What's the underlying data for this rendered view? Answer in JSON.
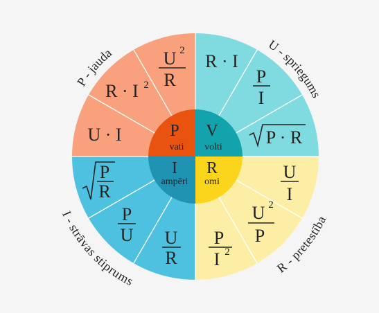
{
  "colors": {
    "background": "#f5f5f5",
    "P_outer": "#f9a07c",
    "P_inner": "#e8540f",
    "U_outer": "#7fdbe0",
    "U_inner": "#12a3ac",
    "I_outer": "#4fc1e0",
    "I_inner": "#1f93b1",
    "R_outer": "#fdeea6",
    "R_inner": "#fbd51c",
    "divider": "#ffffff"
  },
  "quadrants": [
    {
      "key": "P",
      "label": "P - jauda",
      "symbol": "P",
      "unit": "vati",
      "formulas": [
        "U · I",
        "R · I²",
        "U²/R"
      ]
    },
    {
      "key": "U",
      "label": "U - spriegums",
      "symbol": "V",
      "unit": "volti",
      "formulas": [
        "R · I",
        "P/I",
        "√(P · R)"
      ]
    },
    {
      "key": "R",
      "label": "R - pretestība",
      "symbol": "R",
      "unit": "omi",
      "formulas": [
        "U/I",
        "U²/P",
        "P/I²"
      ]
    },
    {
      "key": "I",
      "label": "I - strāvas stiprums",
      "symbol": "I",
      "unit": "ampēri",
      "formulas": [
        "√(P/R)",
        "P/U",
        "U/R"
      ]
    }
  ]
}
